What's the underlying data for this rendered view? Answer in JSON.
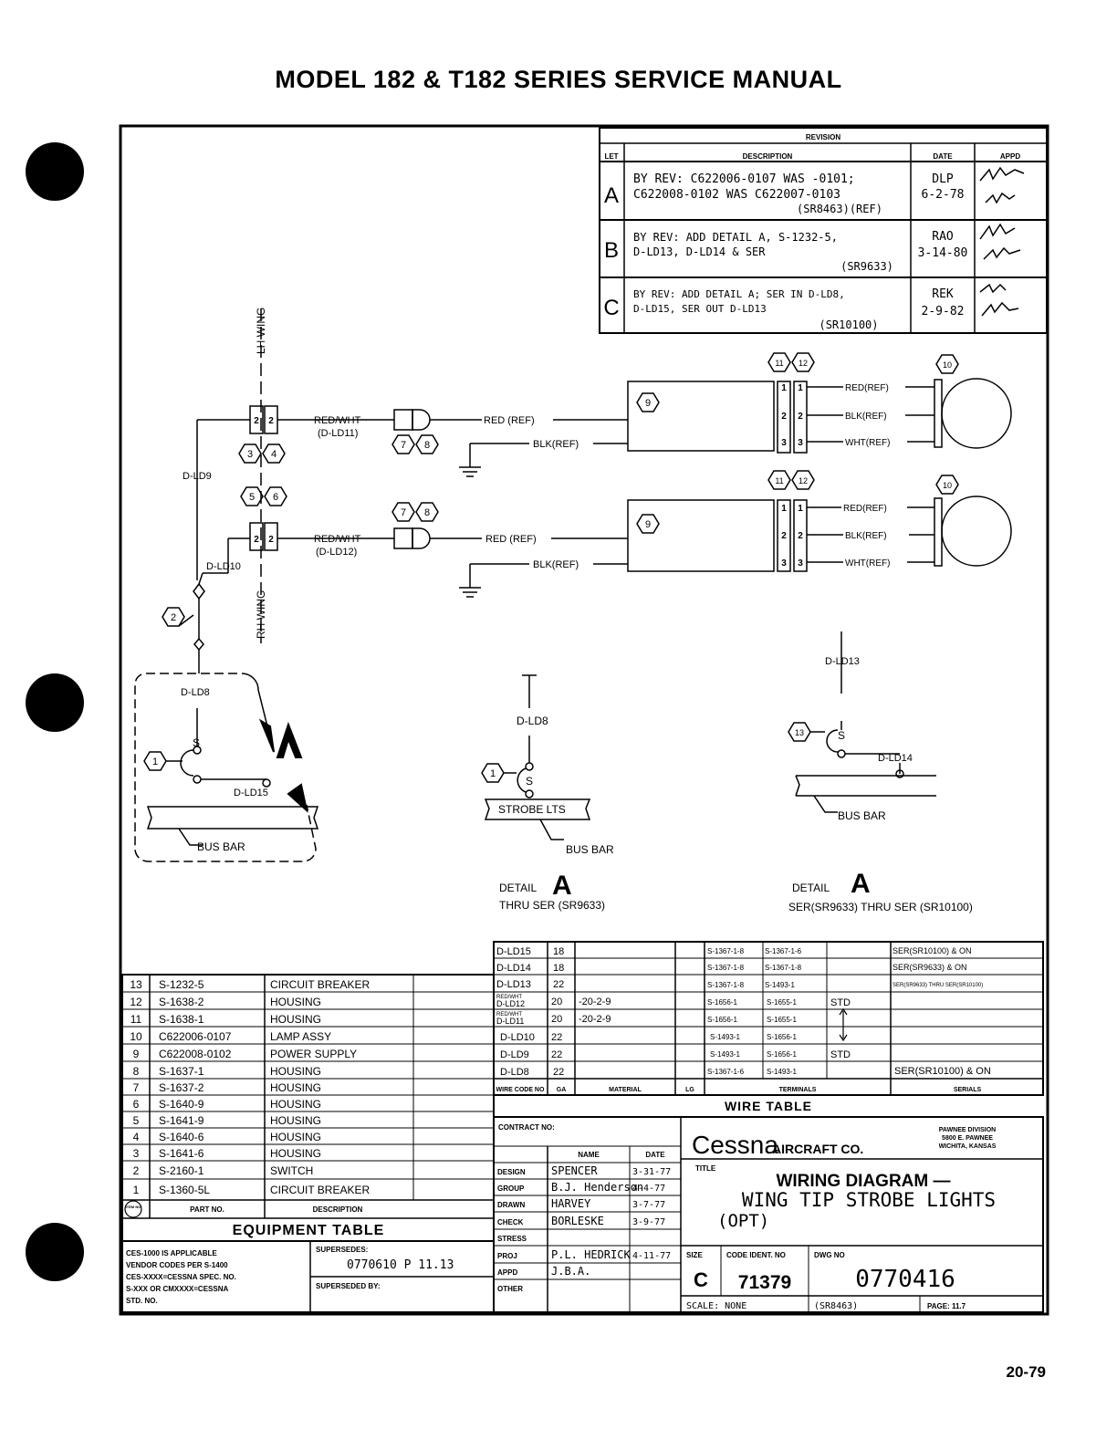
{
  "header": {
    "title": "MODEL 182 & T182 SERIES SERVICE MANUAL"
  },
  "footer": {
    "page_number": "20-79"
  },
  "revision": {
    "title": "REVISION",
    "headers": {
      "ltr": "LET",
      "desc": "DESCRIPTION",
      "date": "DATE",
      "appd": "APPD"
    },
    "rows": [
      {
        "ltr": "A",
        "d1": "BY REV: C622006-0107 WAS -0101;",
        "d2": "C622008-0102 WAS C622007-0103",
        "d3": "(SR8463)(REF)",
        "date1": "DLP",
        "date2": "6-2-78"
      },
      {
        "ltr": "B",
        "d1": "BY REV: ADD DETAIL A, S-1232-5,",
        "d2": "D-LD13, D-LD14 & SER",
        "d3": "(SR9633)",
        "date1": "RAO",
        "date2": "3-14-80"
      },
      {
        "ltr": "C",
        "d1": "BY REV: ADD DETAIL A; SER IN D-LD8,",
        "d2": "D-LD15, SER OUT D-LD13",
        "d3": "(SR10100)",
        "date1": "REK",
        "date2": "2-9-82"
      }
    ]
  },
  "diagram": {
    "lh_wing": "LH WING",
    "rh_wing": "RH WING",
    "red_wht": "RED/WHT",
    "dld11": "(D-LD11)",
    "dld12": "(D-LD12)",
    "red_ref": "RED (REF)",
    "blk_ref": "BLK(REF)",
    "red_ref_short": "RED(REF)",
    "wht_ref": "WHT(REF)",
    "dld9": "D-LD9",
    "dld10": "D-LD10",
    "dld8": "D-LD8",
    "dld15": "D-LD15",
    "dld13": "D-LD13",
    "dld14": "D-LD14",
    "bus_bar": "BUS BAR",
    "strobe_lts": "STROBE LTS",
    "detail_word": "DETAIL",
    "detail_letter": "A",
    "detail1_sub": "THRU SER (SR9633)",
    "detail2_sub": "SER(SR9633) THRU SER (SR10100)",
    "switch_label": "S",
    "item": {
      "i1": "1",
      "i2": "2",
      "i3": "3",
      "i4": "4",
      "i5": "5",
      "i6": "6",
      "i7": "7",
      "i8": "8",
      "i9": "9",
      "i10": "10",
      "i11": "11",
      "i12": "12",
      "i13": "13"
    },
    "pin": {
      "p1": "1",
      "p2": "2",
      "p3": "3"
    }
  },
  "wire_table": {
    "title": "WIRE TABLE",
    "headers": {
      "code": "WIRE CODE NO",
      "ga": "GA",
      "material": "MATERIAL",
      "lg": "LG",
      "terminals": "TERMINALS",
      "serials": "SERIALS"
    },
    "rows": [
      {
        "code": "D-LD15",
        "ga": "18",
        "mat": "",
        "t1": "S-1367-1-8",
        "t2": "S-1367-1-6",
        "t3": "",
        "ser": "SER(SR10100) & ON"
      },
      {
        "code": "D-LD14",
        "ga": "18",
        "mat": "",
        "t1": "S-1367-1-8",
        "t2": "S-1367-1-8",
        "t3": "",
        "ser": "SER(SR9633) & ON"
      },
      {
        "code": "D-LD13",
        "ga": "22",
        "mat": "",
        "t1": "S-1367-1-8",
        "t2": "S-1493-1",
        "t3": "",
        "ser": "SER(SR9633) THRU SER(SR10100)"
      },
      {
        "code": "D-LD12",
        "ga": "20",
        "mat": "-20-2-9",
        "t1": "S-1656-1",
        "t2": "S-1655-1",
        "t3": "STD",
        "ser": ""
      },
      {
        "code": "D-LD11",
        "ga": "20",
        "mat": "-20-2-9",
        "t1": "S-1656-1",
        "t2": "S-1655-1",
        "t3": "",
        "ser": ""
      },
      {
        "code": "D-LD10",
        "ga": "22",
        "mat": "",
        "t1": "S-1493-1",
        "t2": "S-1656-1",
        "t3": "",
        "ser": ""
      },
      {
        "code": "D-LD9",
        "ga": "22",
        "mat": "",
        "t1": "S-1493-1",
        "t2": "S-1656-1",
        "t3": "STD",
        "ser": ""
      },
      {
        "code": "D-LD8",
        "ga": "22",
        "mat": "",
        "t1": "S-1367-1-6",
        "t2": "S-1493-1",
        "t3": "",
        "ser": "SER(SR10100) & ON"
      }
    ],
    "redwht": "RED/WHT"
  },
  "equipment_table": {
    "title": "EQUIPMENT TABLE",
    "headers": {
      "item": "ITEM NO",
      "part": "PART NO.",
      "desc": "DESCRIPTION"
    },
    "rows": [
      {
        "item": "13",
        "part": "S-1232-5",
        "desc": "CIRCUIT BREAKER"
      },
      {
        "item": "12",
        "part": "S-1638-2",
        "desc": "HOUSING"
      },
      {
        "item": "11",
        "part": "S-1638-1",
        "desc": "HOUSING"
      },
      {
        "item": "10",
        "part": "C622006-0107",
        "desc": "LAMP ASSY"
      },
      {
        "item": "9",
        "part": "C622008-0102",
        "desc": "POWER SUPPLY"
      },
      {
        "item": "8",
        "part": "S-1637-1",
        "desc": "HOUSING"
      },
      {
        "item": "7",
        "part": "S-1637-2",
        "desc": "HOUSING"
      },
      {
        "item": "6",
        "part": "S-1640-9",
        "desc": "HOUSING"
      },
      {
        "item": "5",
        "part": "S-1641-9",
        "desc": "HOUSING"
      },
      {
        "item": "4",
        "part": "S-1640-6",
        "desc": "HOUSING"
      },
      {
        "item": "3",
        "part": "S-1641-6",
        "desc": "HOUSING"
      },
      {
        "item": "2",
        "part": "S-2160-1",
        "desc": "SWITCH"
      },
      {
        "item": "1",
        "part": "S-1360-5L",
        "desc": "CIRCUIT BREAKER"
      }
    ]
  },
  "notes": {
    "ces1": "CES-1000 IS APPLICABLE",
    "ces2": "VENDOR CODES PER S-1400",
    "ces3": "CES-XXXX=CESSNA SPEC. NO.",
    "ces4": "S-XXX OR CMXXXX=CESSNA",
    "ces5": "STD. NO.",
    "supersedes_label": "SUPERSEDES:",
    "supersedes_value": "0770610  P 11.13",
    "superseded_by_label": "SUPERSEDED BY:"
  },
  "title_block": {
    "contract_label": "CONTRACT NO:",
    "name_col": "NAME",
    "date_col": "DATE",
    "rows": [
      {
        "label": "DESIGN",
        "name": "SPENCER",
        "date": "3-31-77"
      },
      {
        "label": "GROUP",
        "name": "B.J. Henderson",
        "date": "4-4-77"
      },
      {
        "label": "DRAWN",
        "name": "HARVEY",
        "date": "3-7-77"
      },
      {
        "label": "CHECK",
        "name": "BORLESKE",
        "date": "3-9-77"
      },
      {
        "label": "STRESS",
        "name": "",
        "date": ""
      },
      {
        "label": "PROJ",
        "name": "P.L. HEDRICK",
        "date": "4-11-77"
      },
      {
        "label": "APPD",
        "name": "J.B.A.",
        "date": ""
      },
      {
        "label": "OTHER",
        "name": "",
        "date": ""
      }
    ],
    "company": "Cessna",
    "company_suffix": "AIRCRAFT CO.",
    "division1": "PAWNEE DIVISION",
    "division2": "5800 E. PAWNEE",
    "division3": "WICHITA, KANSAS",
    "title_label": "TITLE",
    "title1": "WIRING DIAGRAM —",
    "title2": "WING TIP STROBE LIGHTS",
    "title3": "(OPT)",
    "size_label": "SIZE",
    "size": "C",
    "code_ident_label": "CODE IDENT. NO",
    "code_ident": "71379",
    "dwg_label": "DWG NO",
    "dwg_no": "0770416",
    "scale": "SCALE: NONE",
    "sr": "(SR8463)",
    "page": "PAGE: 11.7"
  }
}
